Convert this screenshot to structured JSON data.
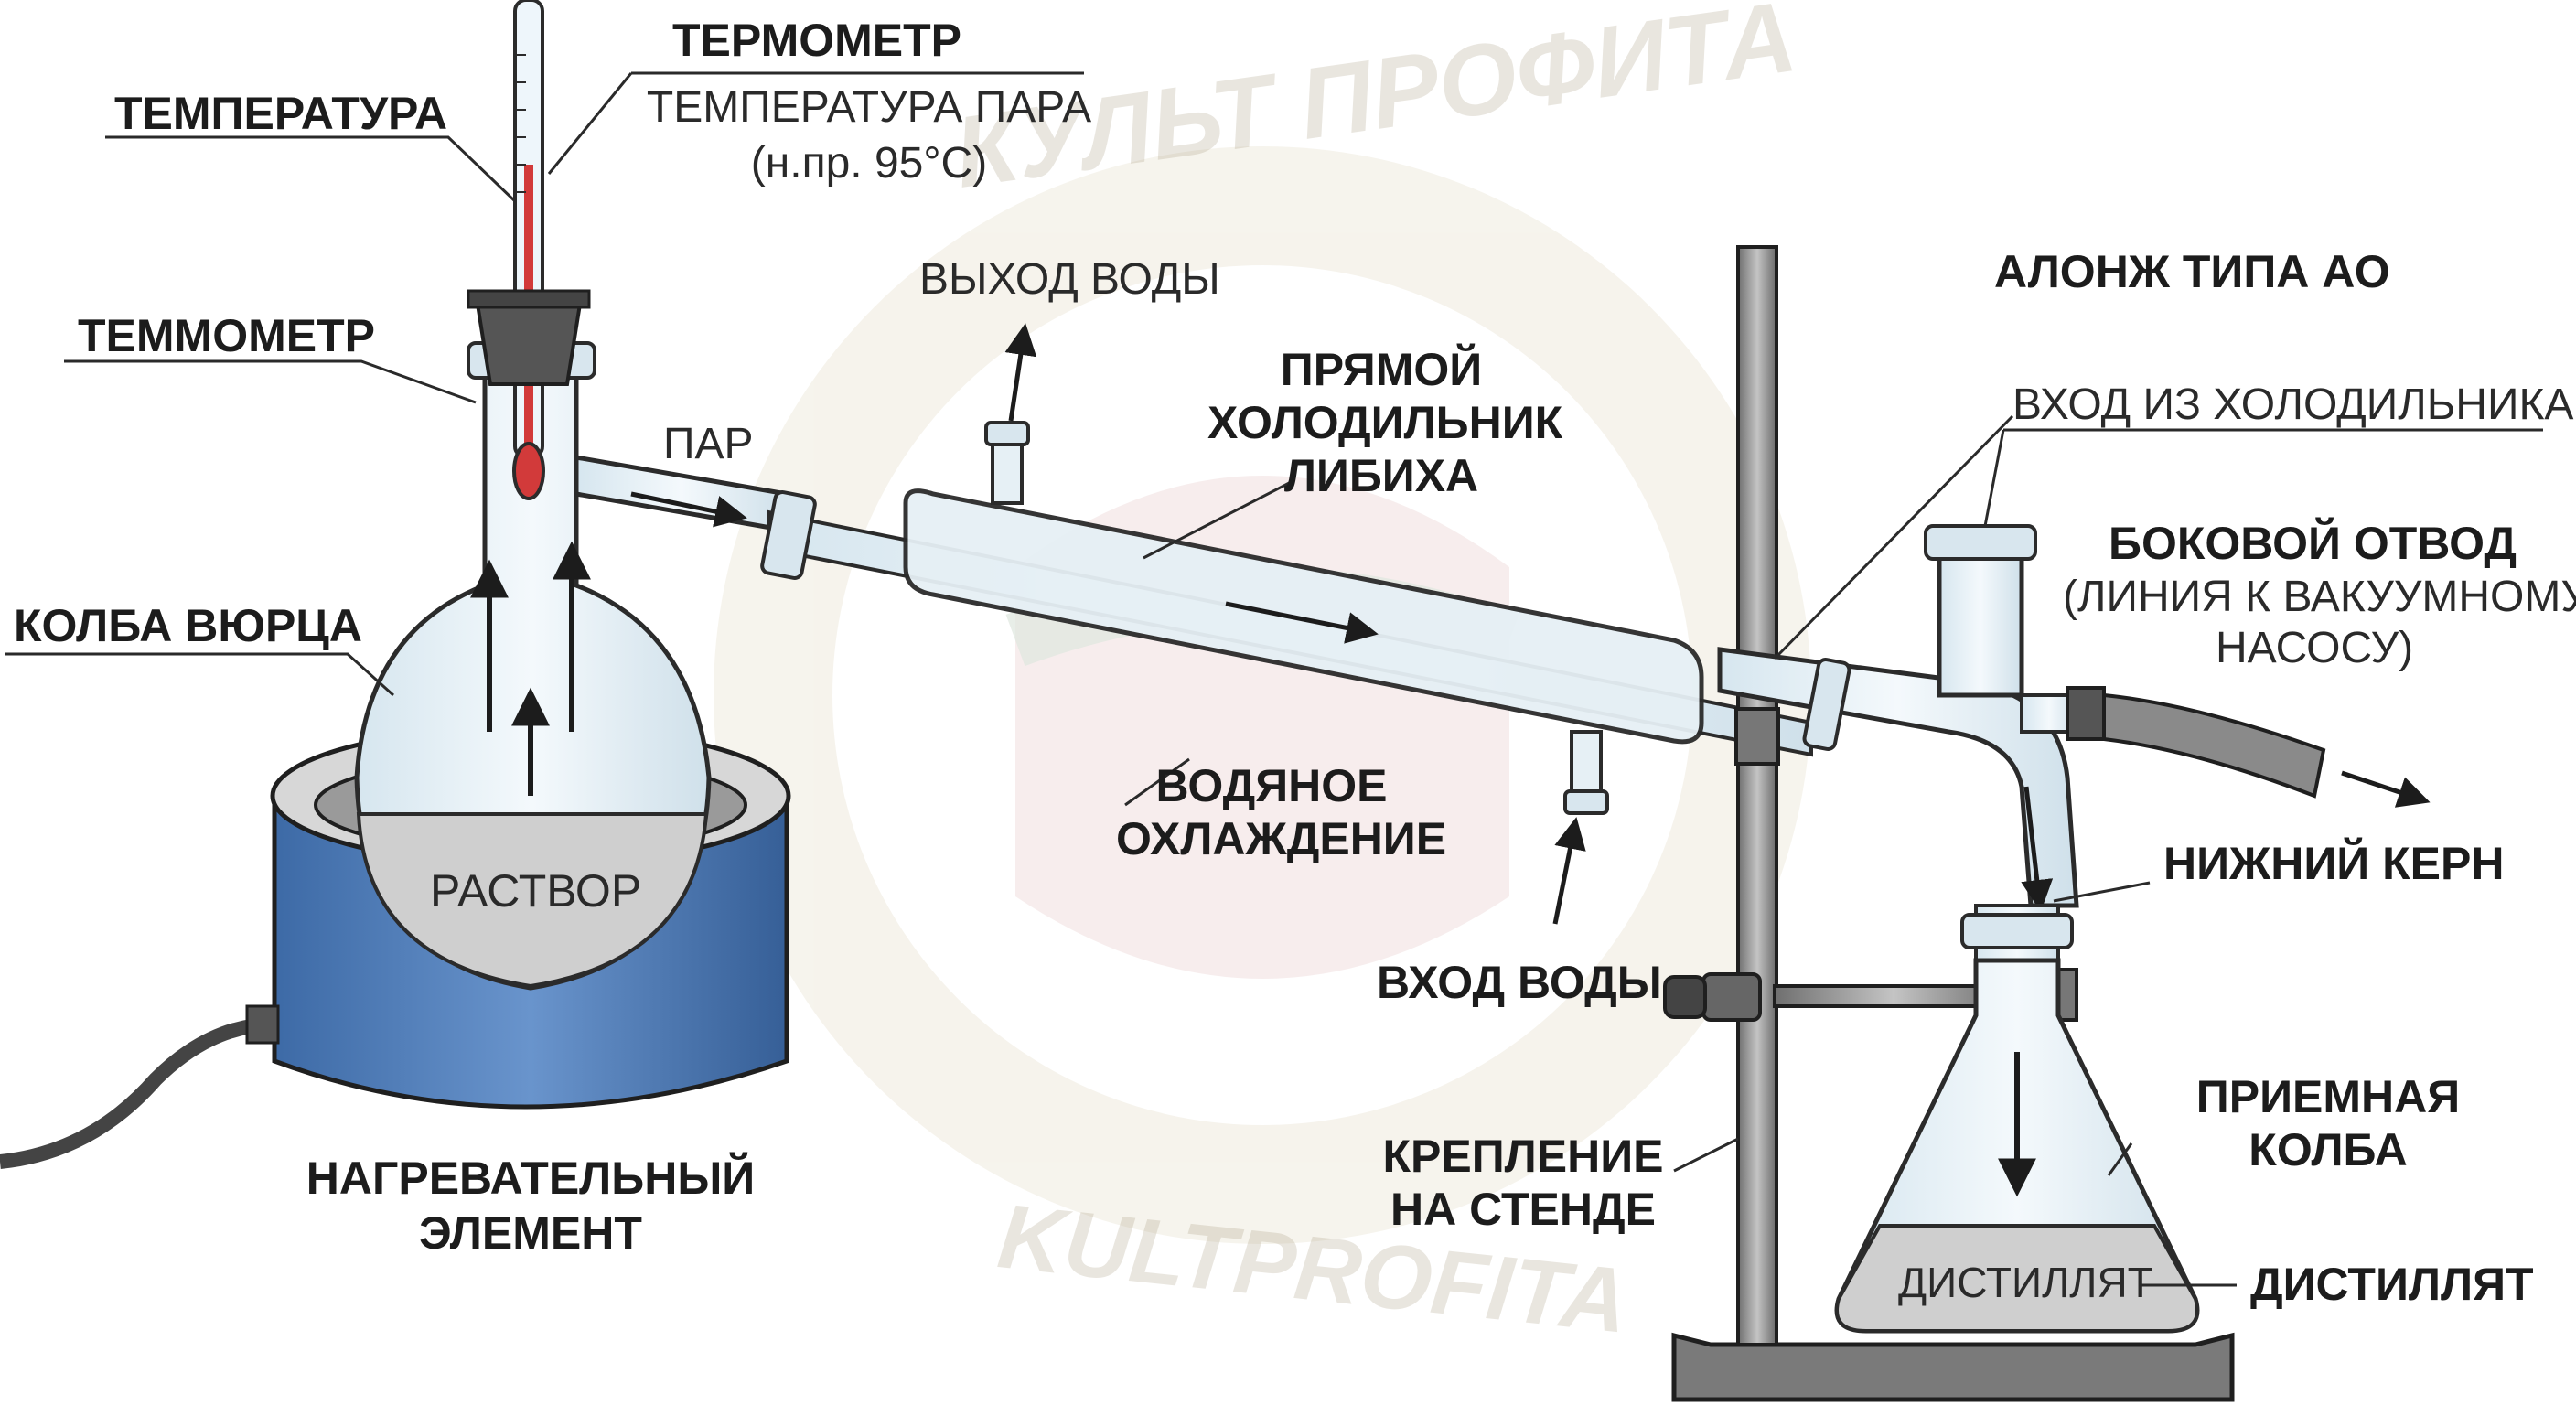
{
  "watermark": {
    "top_text": "КУЛЬТ ПРОФИТА",
    "bottom_text": "KULTPROFITA"
  },
  "labels": {
    "thermometer_title": "ТЕРМОМЕТР",
    "vapor_temp_line1": "ТЕМПЕРАТУРА ПАРА",
    "vapor_temp_line2": "(н.пр. 95°С)",
    "temperature": "ТЕМПЕРАТУРА",
    "thermometer_misspelled": "ТЕММОМЕТР",
    "vapor": "ПАР",
    "water_out": "ВЫХОД ВОДЫ",
    "condenser_line1": "ПРЯМОЙ",
    "condenser_line2": "ХОЛОДИЛЬНИК",
    "condenser_line3": "ЛИБИХА",
    "wurtz_flask": "КОЛБА ВЮРЦА",
    "solution": "РАСТВОР",
    "water_cooling_line1": "ВОДЯНОЕ",
    "water_cooling_line2": "ОХЛАЖДЕНИЕ",
    "water_in": "ВХОД ВОДЫ",
    "heater_line1": "НАГРЕВАТЕЛЬНЫЙ",
    "heater_line2": "ЭЛЕМЕНТ",
    "stand_mount_line1": "КРЕПЛЕНИЕ",
    "stand_mount_line2": "НА СТЕНДЕ",
    "adapter": "АЛОНЖ ТИПА АО",
    "from_condenser": "ВХОД ИЗ ХОЛОДИЛЬНИКА",
    "side_outlet": "БОКОВОЙ ОТВОД",
    "vacuum_line1": "(ЛИНИЯ К ВАКУУМНОМУ",
    "vacuum_line2": "НАСОСУ)",
    "lower_joint": "НИЖНИЙ КЕРН",
    "receiver_line1": "ПРИЕМНАЯ",
    "receiver_line2": "КОЛБА",
    "distillate_inner": "ДИСТИЛЛЯТ",
    "distillate": "ДИСТИЛЛЯТ"
  },
  "colors": {
    "glass": "#e3eef4",
    "glass_stroke": "#2b2b2b",
    "heater_blue": "#4f7fba",
    "heater_dark": "#2f5c94",
    "thermo_red": "#d23a3a",
    "stopper": "#555555",
    "stand_metal": "#8c8c8c",
    "tube_gray": "#7a7a7a"
  }
}
